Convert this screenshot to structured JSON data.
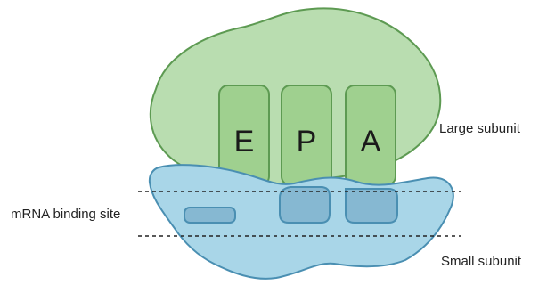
{
  "labels": {
    "large_subunit": "Large subunit",
    "small_subunit": "Small subunit",
    "mrna_binding_site": "mRNA binding site"
  },
  "sites": [
    "E",
    "P",
    "A"
  ],
  "colors": {
    "large_fill": "#b9ddb0",
    "large_stroke": "#5d9a52",
    "site_fill": "#9fd08f",
    "small_fill": "#a9d6e8",
    "small_stroke": "#4a8fb2",
    "pocket_fill": "#86b8d2",
    "dashed_line": "#222222"
  }
}
